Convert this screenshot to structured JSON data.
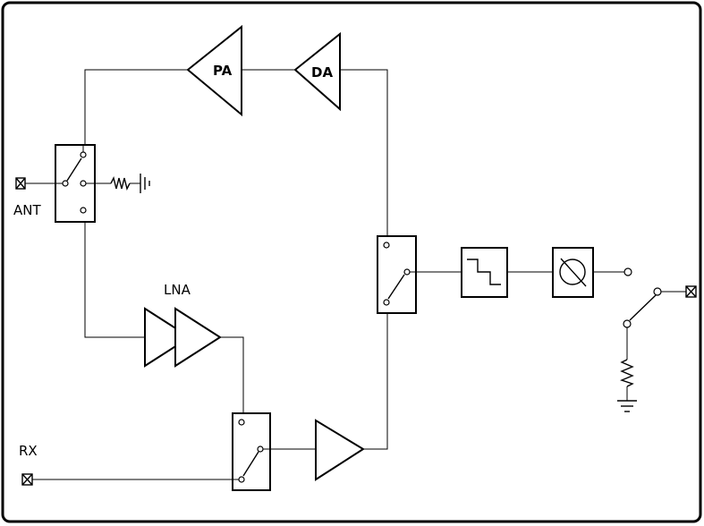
{
  "labels": {
    "pa": "PA",
    "da": "DA",
    "lna": "LNA",
    "ant": "ANT",
    "rx": "RX"
  },
  "colors": {
    "stroke": "#000000",
    "background": "#ffffff"
  },
  "icons": [
    "switch-icon",
    "amplifier-icon",
    "resistor-icon",
    "ground-icon",
    "port-terminal-icon",
    "filter-icon",
    "phase-shifter-icon"
  ]
}
